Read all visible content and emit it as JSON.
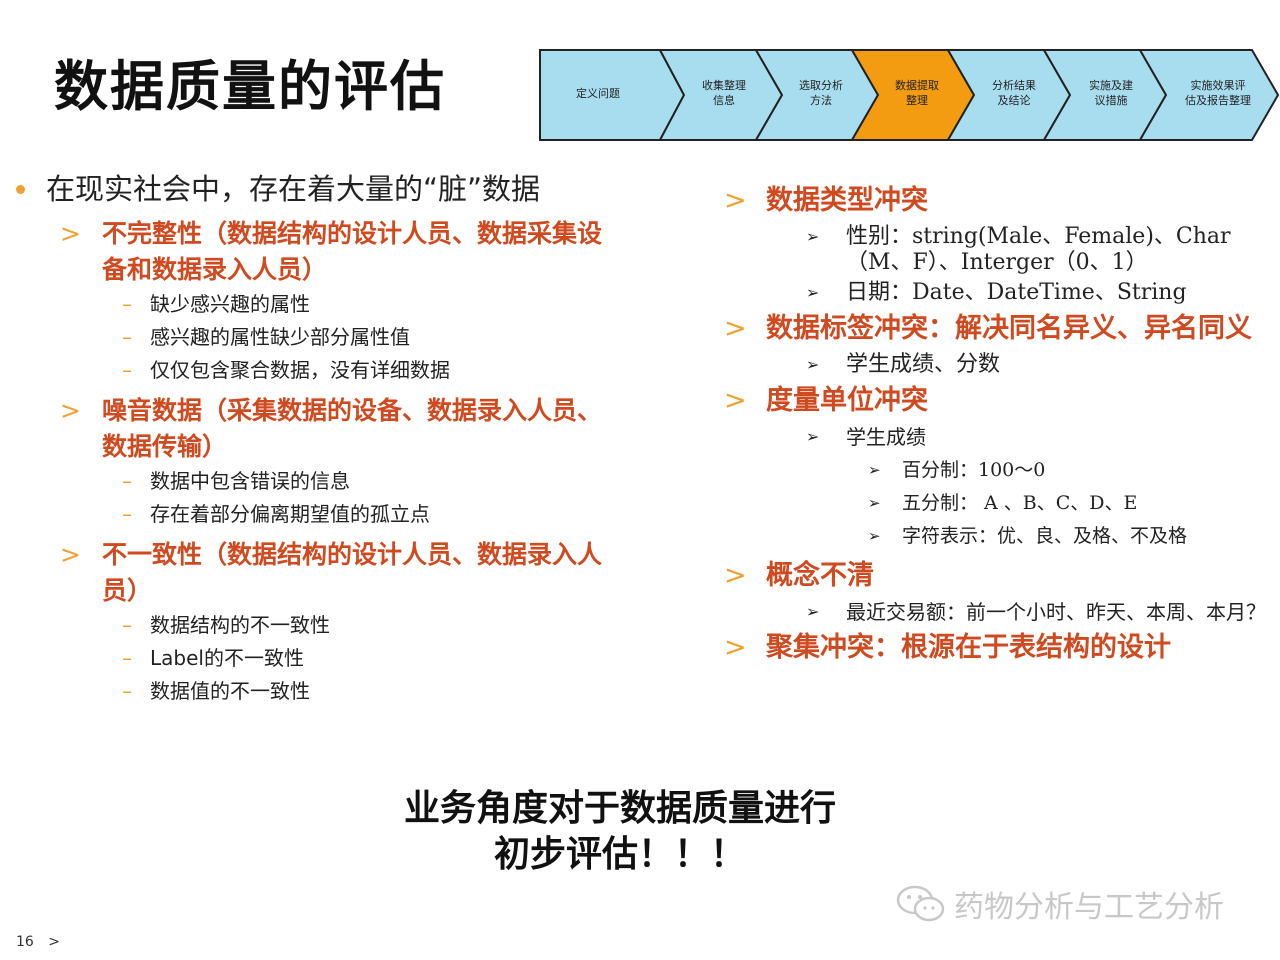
{
  "title": "数据质量的评估",
  "process_steps": [
    {
      "label": "定义问题",
      "active": false
    },
    {
      "label": "收集整理\n信息",
      "active": false
    },
    {
      "label": "选取分析\n方法",
      "active": false
    },
    {
      "label": "数据提取\n整理",
      "active": true
    },
    {
      "label": "分析结果\n及结论",
      "active": false
    },
    {
      "label": "实施及建\n议措施",
      "active": false
    },
    {
      "label": "实施效果评\n估及报告整理",
      "active": false
    }
  ],
  "colors": {
    "step_fill": "#a8ddf0",
    "step_active": "#f39c12",
    "category": "#d04a20",
    "bullet": "#f0a030"
  },
  "left": {
    "main_bullet": "在现实社会中，存在着大量的“脏”数据",
    "categories": [
      {
        "title": "不完整性（数据结构的设计人员、数据采集设备和数据录入人员）",
        "items": [
          "缺少感兴趣的属性",
          "感兴趣的属性缺少部分属性值",
          "仅仅包含聚合数据，没有详细数据"
        ]
      },
      {
        "title": "噪音数据（采集数据的设备、数据录入人员、数据传输）",
        "items": [
          "数据中包含错误的信息",
          "存在着部分偏离期望值的孤立点"
        ]
      },
      {
        "title": "不一致性（数据结构的设计人员、数据录入人员）",
        "items": [
          "数据结构的不一致性",
          "Label的不一致性",
          "数据值的不一致性"
        ]
      }
    ]
  },
  "right": {
    "cat1": {
      "title": "数据类型冲突",
      "items": [
        "性别：string(Male、Female)、Char（M、F）、Interger（0、1）",
        "日期：Date、DateTime、String"
      ]
    },
    "cat2": {
      "title": "数据标签冲突：解决同名异义、异名同义",
      "items": [
        "学生成绩、分数"
      ]
    },
    "cat3": {
      "title": "度量单位冲突",
      "item": "学生成绩",
      "subitems": [
        "百分制：100～0",
        "五分制： A 、B、C、D、E",
        "字符表示：优、良、及格、不及格"
      ]
    },
    "cat4": {
      "title": "概念不清",
      "items": [
        "最近交易额：前一个小时、昨天、本周、本月？"
      ]
    },
    "cat5": {
      "title": "聚集冲突：根源在于表结构的设计"
    }
  },
  "conclusion": {
    "line1": "业务角度对于数据质量进行",
    "line2": "初步评估！！！"
  },
  "watermark": "药物分析与工艺分析",
  "page_number": "16",
  "page_arrow": ">"
}
